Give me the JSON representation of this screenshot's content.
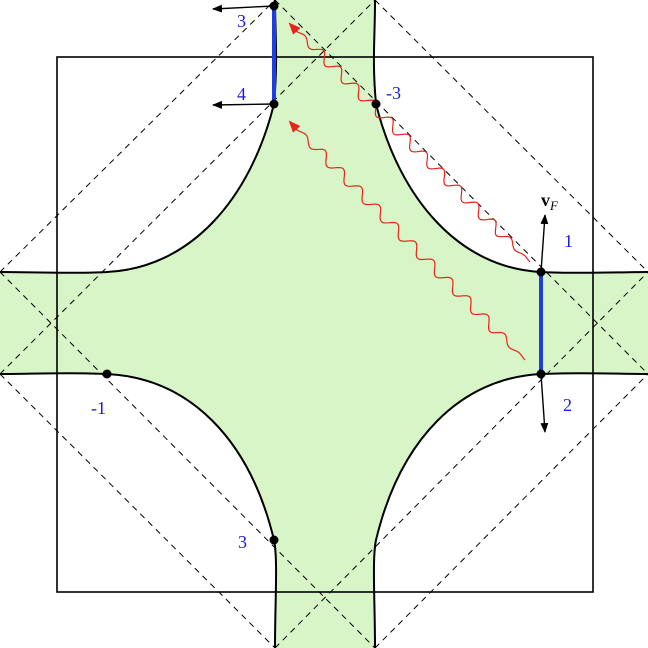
{
  "colors": {
    "region_fill": "#d8f5c8",
    "outline": "#000000",
    "label": "#1a1ae6",
    "highlight_segment": "#1e3ee0",
    "wave": "#e8231a",
    "dashed": "#000000"
  },
  "labels": {
    "top_3": "3",
    "top_4": "4",
    "minus_3": "-3",
    "right_1": "1",
    "right_2": "2",
    "minus_1": "-1",
    "bottom_3": "3"
  },
  "velocity": {
    "symbol": "v",
    "subscript": "F"
  }
}
